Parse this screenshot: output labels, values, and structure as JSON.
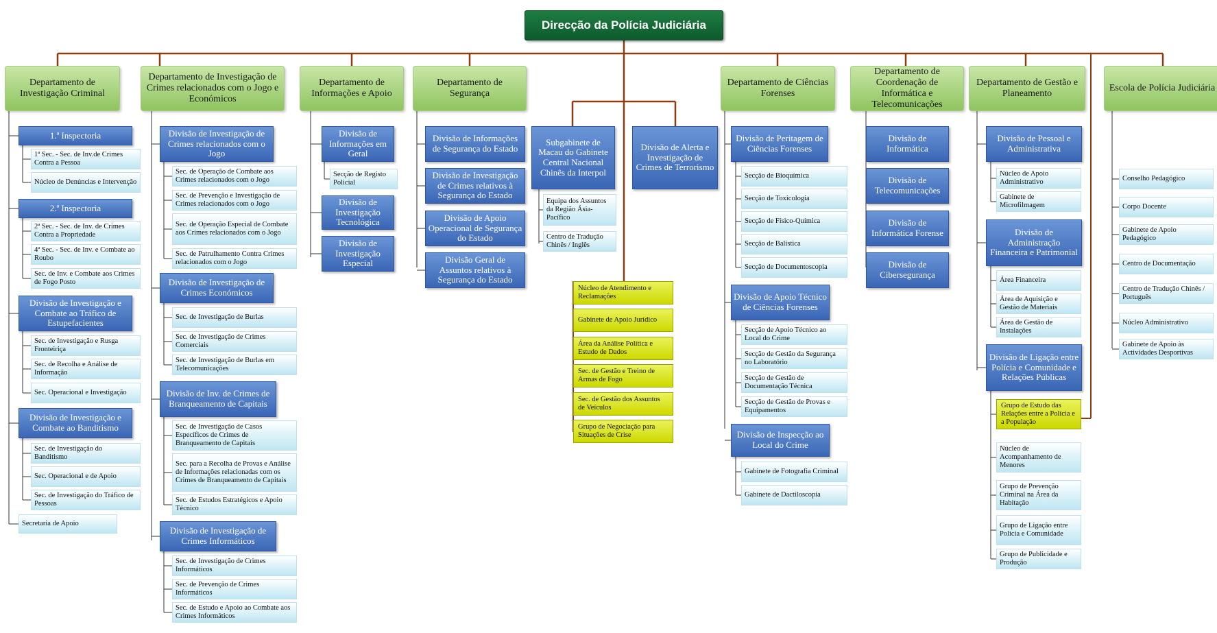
{
  "root": {
    "label": "Direcção da Polícia Judiciária"
  },
  "colors": {
    "trunk": "#8b3d10",
    "branch": "#333333",
    "root": "#1a7a3c",
    "department": "#9ccc6b",
    "division": "#4672c4",
    "section": "#cfeef7",
    "highlight": "#d6e000"
  },
  "columns": [
    {
      "department": "Departamento de Investigação Criminal",
      "children": [
        {
          "label": "1.ª Inspectoria",
          "type": "division",
          "children": [
            {
              "label": "1ª Sec. - Sec. de Inv.de Crimes Contra a Pessoa"
            },
            {
              "label": "Núcleo de Denúncias e Intervenção"
            }
          ]
        },
        {
          "label": "2.ª Inspectoria",
          "type": "division",
          "children": [
            {
              "label": "2ª Sec. - Sec. de Inv. de Crimes Contra a Propriedade"
            },
            {
              "label": "4ª Sec. - Sec. de Inv. e Combate ao Roubo"
            },
            {
              "label": "Sec. de Inv. e Combate aos Crimes de Fogo Posto"
            }
          ]
        },
        {
          "label": "Divisão de Investigação e Combate ao Tráfico de Estupefacientes",
          "type": "division",
          "children": [
            {
              "label": "Sec. de Investigação e Rusga Fronteiriça"
            },
            {
              "label": "Sec. de Recolha e Análise de Informação"
            },
            {
              "label": "Sec. Operacional e Investigação"
            }
          ]
        },
        {
          "label": "Divisão de Investigação e Combate ao Banditismo",
          "type": "division",
          "children": [
            {
              "label": "Sec. de Investigação do Banditismo"
            },
            {
              "label": "Sec. Operacional e de Apoio"
            },
            {
              "label": "Sec. de Investigação do Tráfico de Pessoas"
            }
          ]
        },
        {
          "label": "Secretaria de Apoio",
          "type": "section"
        }
      ]
    },
    {
      "department": "Departamento de Investigação de Crimes relacionados com o Jogo e Económicos",
      "children": [
        {
          "label": "Divisão de Investigação de Crimes relacionados com o Jogo",
          "type": "division",
          "children": [
            {
              "label": "Sec. de Operação de Combate aos Crimes relacionados com o Jogo"
            },
            {
              "label": "Sec. de Prevenção e Investigação de Crimes relacionados com o Jogo"
            },
            {
              "label": "Sec. de Operação Especial de Combate aos Crimes relacionados com o Jogo"
            },
            {
              "label": "Sec. de Patrulhamento Contra Crimes relacionados com o Jogo"
            }
          ]
        },
        {
          "label": "Divisão de Investigação de Crimes Económicos",
          "type": "division",
          "children": [
            {
              "label": "Sec. de Investigação de Burlas"
            },
            {
              "label": "Sec. de Investigação de Crimes Comerciais"
            },
            {
              "label": "Sec. de Investigação de Burlas em Telecomunicações"
            }
          ]
        },
        {
          "label": "Divisão de Inv. de Crimes de Branqueamento de Capitais",
          "type": "division",
          "children": [
            {
              "label": "Sec. de Investigação de Casos Específicos de Crimes de Branqueamento de Capitais"
            },
            {
              "label": "Sec. para a Recolha de Provas e Análise de Informações relacionadas com os Crimes de Branqueamento de Capitais"
            },
            {
              "label": "Sec. de Estudos Estratégicos e Apoio Técnico"
            }
          ]
        },
        {
          "label": "Divisão de Investigação de Crimes Informáticos",
          "type": "division",
          "children": [
            {
              "label": "Sec. de Investigação de Crimes Informáticos"
            },
            {
              "label": "Sec. de Prevenção de Crimes Informáticos"
            },
            {
              "label": "Sec. de Estudo e Apoio ao Combate aos Crimes Informáticos"
            }
          ]
        }
      ]
    },
    {
      "department": "Departamento de Informações e Apoio",
      "children": [
        {
          "label": "Divisão de Informações em Geral",
          "type": "division",
          "children": [
            {
              "label": "Secção de Registo Policial"
            }
          ]
        },
        {
          "label": "Divisão de Investigação Tecnológica",
          "type": "division"
        },
        {
          "label": "Divisão de Investigação Especial",
          "type": "division"
        }
      ]
    },
    {
      "department": "Departamento de Segurança",
      "children": [
        {
          "label": "Divisão de Informações de Segurança do Estado",
          "type": "division"
        },
        {
          "label": "Divisão de Investigação de Crimes relativos à Segurança do Estado",
          "type": "division"
        },
        {
          "label": "Divisão de Apoio Operacional de Segurança do Estado",
          "type": "division"
        },
        {
          "label": "Divisão Geral de Assuntos relativos à Segurança do Estado",
          "type": "division"
        }
      ]
    },
    {
      "department": "",
      "children": [
        {
          "label": "Subgabinete de Macau do Gabinete Central Nacional Chinês da Interpol",
          "type": "division",
          "children": [
            {
              "label": "Equipa dos Assuntos da Região Ásia-Pacífico"
            },
            {
              "label": "Centro de Tradução Chinês / Inglês"
            }
          ]
        },
        {
          "label": "Divisão de Alerta e Investigação de Crimes de Terrorismo",
          "type": "division"
        }
      ]
    },
    {
      "department": "Departamento de Ciências Forenses",
      "children": [
        {
          "label": "Divisão de Peritagem de Ciências Forenses",
          "type": "division",
          "children": [
            {
              "label": "Secção de Bioquímica"
            },
            {
              "label": "Secção de Toxicologia"
            },
            {
              "label": "Secção de Físico-Química"
            },
            {
              "label": "Secção de Balística"
            },
            {
              "label": "Secção de Documentoscopia"
            }
          ]
        },
        {
          "label": "Divisão de Apoio Técnico de Ciências Forenses",
          "type": "division",
          "children": [
            {
              "label": "Secção de Apoio Técnico ao Local do Crime"
            },
            {
              "label": "Secção de Gestão da Segurança no Laboratório"
            },
            {
              "label": "Secção de Gestão de Documentação Técnica"
            },
            {
              "label": "Secção de Gestão de Provas e Equipamentos"
            }
          ]
        },
        {
          "label": "Divisão de Inspecção ao Local do Crime",
          "type": "division",
          "children": [
            {
              "label": "Gabinete de Fotografia Criminal"
            },
            {
              "label": "Gabinete de Dactiloscopia"
            }
          ]
        }
      ]
    },
    {
      "department": "Departamento de Coordenação de Informática e Telecomunicações",
      "children": [
        {
          "label": "Divisão de Informática",
          "type": "division"
        },
        {
          "label": "Divisão de Telecomunicações",
          "type": "division"
        },
        {
          "label": "Divisão de Informática Forense",
          "type": "division"
        },
        {
          "label": "Divisão de Cibersegurança",
          "type": "division"
        }
      ]
    },
    {
      "department": "Departamento de Gestão e Planeamento",
      "children": [
        {
          "label": "Divisão de Pessoal e Administrativa",
          "type": "division",
          "children": [
            {
              "label": "Núcleo de Apoio Administrativo"
            },
            {
              "label": "Gabinete de Microfilmagem"
            }
          ]
        },
        {
          "label": "Divisão de Administração Financeira e Patrimonial",
          "type": "division",
          "children": [
            {
              "label": "Área Financeira"
            },
            {
              "label": "Área de Aquisição e Gestão de Materiais"
            },
            {
              "label": "Área de Gestão de Instalações"
            }
          ]
        },
        {
          "label": "Divisão de Ligação entre Polícia e Comunidade e Relações Públicas",
          "type": "division",
          "children": [
            {
              "label": "Grupo de Estudo das Relações entre a Polícia e a População"
            },
            {
              "label": "Núcleo de Acompanhamento de Menores"
            },
            {
              "label": "Grupo de Prevenção Criminal na Área da Habitação"
            },
            {
              "label": "Grupo de Ligação entre Polícia e Comunidade"
            },
            {
              "label": "Grupo de Publicidade e Produção"
            }
          ]
        }
      ]
    },
    {
      "department": "Escola de Polícia Judiciária",
      "children": [
        {
          "label": "Conselho Pedagógico",
          "type": "section"
        },
        {
          "label": "Corpo Docente",
          "type": "section"
        },
        {
          "label": "Gabinete de Apoio Pedagógico",
          "type": "section"
        },
        {
          "label": "Centro de Documentação",
          "type": "section"
        },
        {
          "label": "Centro de Tradução Chinês / Português",
          "type": "section"
        },
        {
          "label": "Núcleo Administrativo",
          "type": "section"
        },
        {
          "label": "Gabinete de Apoio às Actividades Desportivas",
          "type": "section"
        }
      ]
    }
  ],
  "direct_units": [
    {
      "label": "Núcleo de Atendimento e Reclamações"
    },
    {
      "label": "Gabinete de Apoio Jurídico"
    },
    {
      "label": "Área da Análise Política e Estudo de Dados"
    },
    {
      "label": "Sec. de Gestão e Treino de Armas de Fogo"
    },
    {
      "label": "Sec. de Gestão dos Assuntos de Veículos"
    },
    {
      "label": "Grupo de Negociação para Situações de Crise"
    }
  ]
}
